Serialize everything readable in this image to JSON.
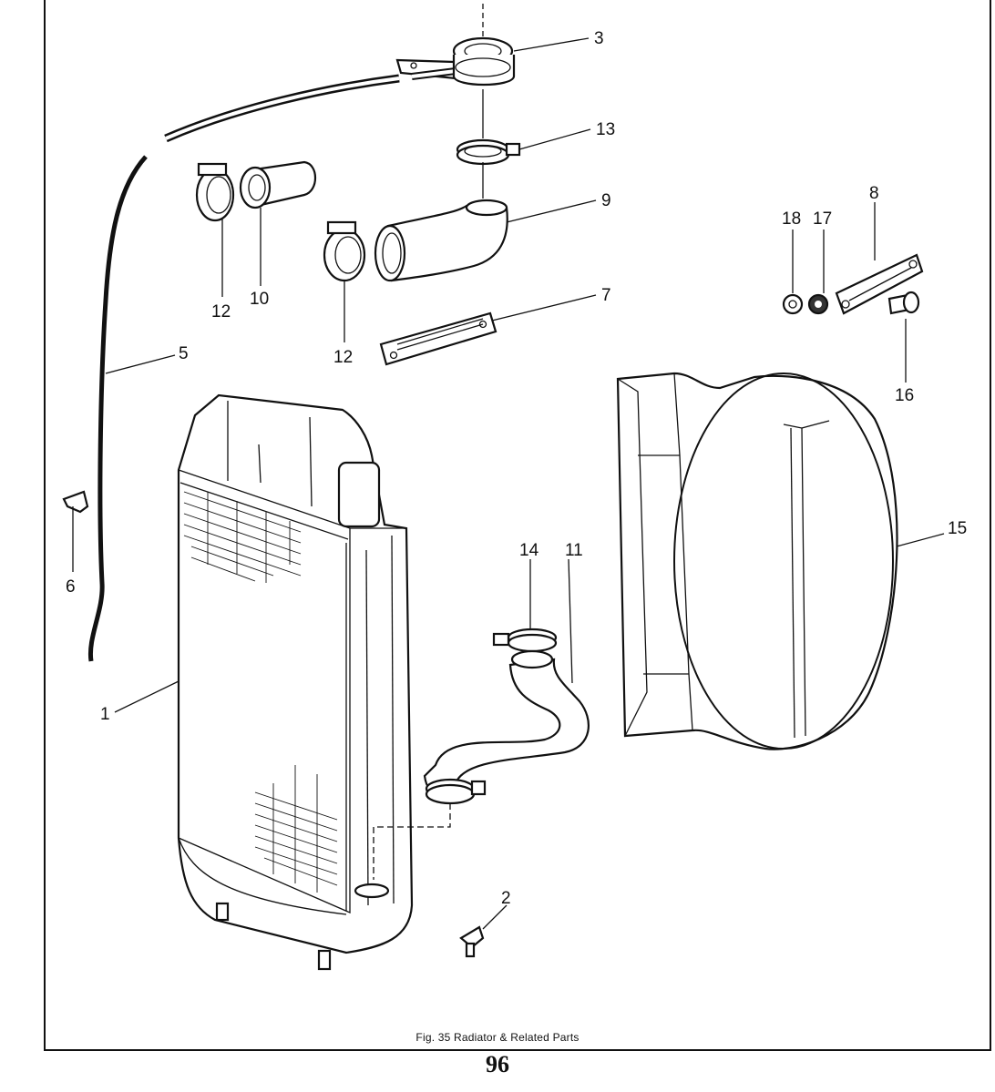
{
  "figure": {
    "caption": "Fig. 35  Radiator & Related Parts",
    "page_number": "96"
  },
  "callouts": [
    {
      "id": "3",
      "label": "3"
    },
    {
      "id": "13",
      "label": "13"
    },
    {
      "id": "9",
      "label": "9"
    },
    {
      "id": "12a",
      "label": "12"
    },
    {
      "id": "10",
      "label": "10"
    },
    {
      "id": "12b",
      "label": "12"
    },
    {
      "id": "7",
      "label": "7"
    },
    {
      "id": "5",
      "label": "5"
    },
    {
      "id": "8",
      "label": "8"
    },
    {
      "id": "18",
      "label": "18"
    },
    {
      "id": "17",
      "label": "17"
    },
    {
      "id": "16",
      "label": "16"
    },
    {
      "id": "15",
      "label": "15"
    },
    {
      "id": "6",
      "label": "6"
    },
    {
      "id": "14",
      "label": "14"
    },
    {
      "id": "11",
      "label": "11"
    },
    {
      "id": "1",
      "label": "1"
    },
    {
      "id": "2",
      "label": "2"
    }
  ]
}
